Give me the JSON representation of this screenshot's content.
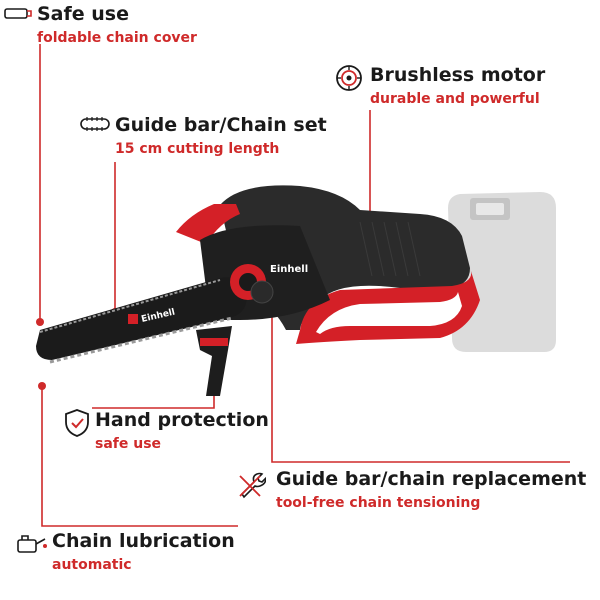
{
  "features": {
    "safe_use": {
      "title": "Safe use",
      "subtitle": "foldable chain cover",
      "icon": "chain-cover-icon"
    },
    "guide_bar": {
      "title": "Guide bar/Chain set",
      "subtitle": "15 cm cutting length",
      "icon": "chain-icon"
    },
    "motor": {
      "title": "Brushless motor",
      "subtitle": "durable and powerful",
      "icon": "motor-icon"
    },
    "hand_protection": {
      "title": "Hand protection",
      "subtitle": "safe use",
      "icon": "shield-icon"
    },
    "replacement": {
      "title": "Guide bar/chain replacement",
      "subtitle": "tool-free chain tensioning",
      "icon": "wrench-icon"
    },
    "lubrication": {
      "title": "Chain lubrication",
      "subtitle": "automatic",
      "icon": "oil-can-icon"
    }
  },
  "product": {
    "brand": "Einhell"
  },
  "colors": {
    "accent": "#cf2a2a",
    "text": "#1a1a1a",
    "body": "#2a2a2a",
    "red": "#d42027",
    "battery": "#d8d8d8"
  }
}
